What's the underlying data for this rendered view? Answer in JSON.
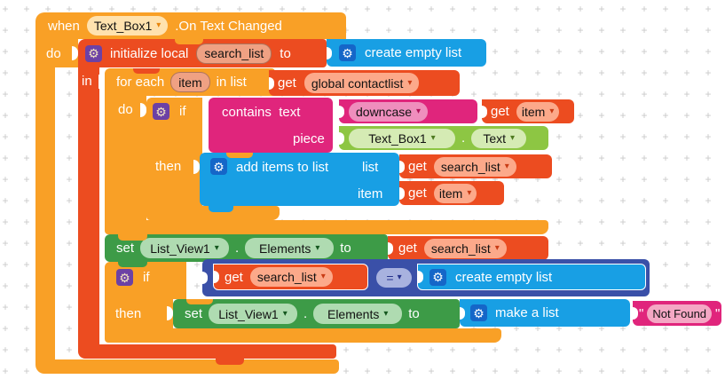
{
  "palette": {
    "golden": "#F9A026",
    "deep_orange": "#EC4C20",
    "magenta": "#E0257C",
    "green": "#3D9B47",
    "light_green": "#8DC643",
    "blue": "#189FE4",
    "navy": "#3A50A8",
    "purple_badge": "#6C41A5",
    "blue_badge": "#1566C8",
    "cream_field": "#FFE2AE",
    "salmon_field": "#FCA98A",
    "var_field": "#EFA183",
    "pink_field": "#EF8EBD",
    "green_field": "#AFDBB1",
    "light_green_field": "#D5EBB4",
    "navy_chip": "#A8B2DF"
  },
  "labels": {
    "when": "when",
    "do": "do",
    "in": "in",
    "then": "then",
    "if": "if",
    "set": "set",
    "to": "to",
    "get": "get",
    "dot": "."
  },
  "when_block": {
    "component": "Text_Box1",
    "event": ".On Text Changed"
  },
  "init_block": {
    "title": "initialize local",
    "var": "search_list"
  },
  "foreach_block": {
    "title": "for each",
    "var": "item",
    "suffix": "in list"
  },
  "list_blocks": {
    "create_empty": "create empty list",
    "add_items": "add items to list",
    "arg_list": "list",
    "arg_item": "item",
    "make_list": "make a list"
  },
  "vars": {
    "global_contactlist": "global contactlist",
    "search_list": "search_list",
    "item": "item"
  },
  "text_blocks": {
    "contains": "contains  text",
    "piece": "piece",
    "downcase": "downcase",
    "quote": "\"",
    "not_found": "Not Found"
  },
  "component_blocks": {
    "textbox": "Text_Box1",
    "text_prop": "Text",
    "listview": "List_View1",
    "elements_prop": "Elements"
  },
  "operator": {
    "eq": "="
  }
}
